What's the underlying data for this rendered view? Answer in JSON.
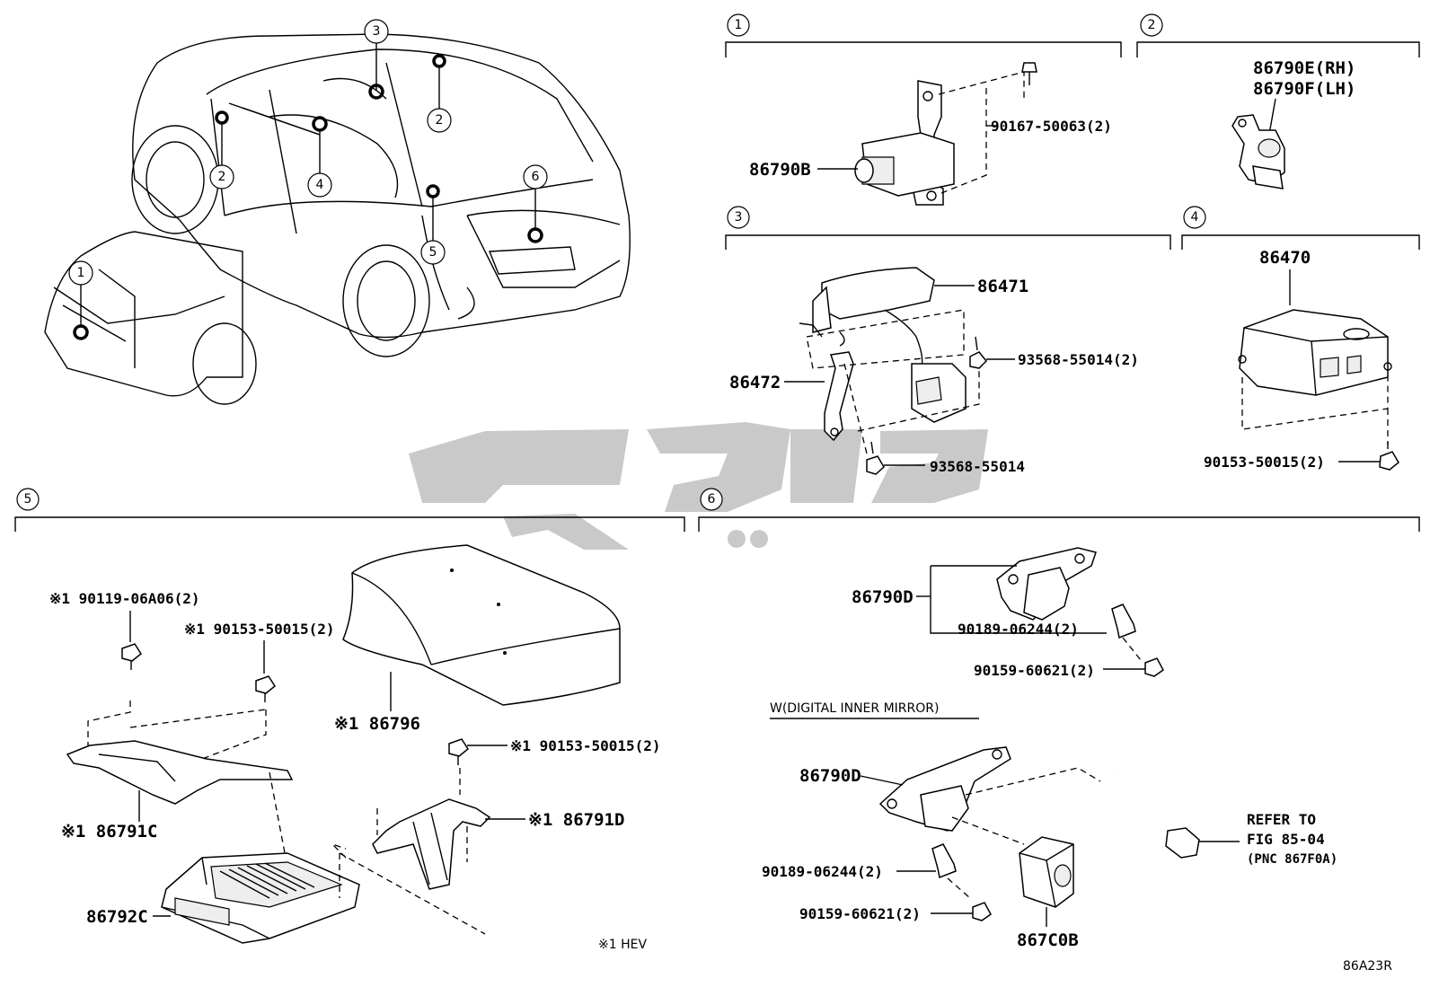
{
  "watermark": "تکو پارت",
  "overview": {
    "callouts": [
      {
        "id": "c3",
        "label": "3"
      },
      {
        "id": "c2a",
        "label": "2"
      },
      {
        "id": "c2b",
        "label": "2"
      },
      {
        "id": "c4",
        "label": "4"
      },
      {
        "id": "c6",
        "label": "6"
      },
      {
        "id": "c5",
        "label": "5"
      },
      {
        "id": "c1",
        "label": "1"
      }
    ]
  },
  "sections": {
    "s1": {
      "number": "1",
      "labels": {
        "camera": "86790B",
        "screw": "90167-50063(2)"
      }
    },
    "s2": {
      "number": "2",
      "labels": {
        "rh": "86790E(RH)",
        "lh": "86790F(LH)"
      }
    },
    "s3": {
      "number": "3",
      "labels": {
        "camera": "86471",
        "bracket": "86472",
        "screw_pair": "93568-55014(2)",
        "screw": "93568-55014"
      }
    },
    "s4": {
      "number": "4",
      "labels": {
        "ecu": "86470",
        "bolt": "90153-50015(2)"
      }
    },
    "s5": {
      "number": "5",
      "labels": {
        "bolt1": "※1 90119-06A06(2)",
        "bolt2": "※1 90153-50015(2)",
        "cover": "※1 86796",
        "bolt3": "※1 90153-50015(2)",
        "bracket_c": "※1 86791C",
        "bracket_d": "※1 86791D",
        "ecu": "86792C",
        "note": "※1 HEV"
      }
    },
    "s6": {
      "number": "6",
      "labels": {
        "camera": "86790D",
        "clip": "90189-06244(2)",
        "screw": "90159-60621(2)",
        "variant": "W(DIGITAL INNER MIRROR)",
        "camera2": "86790D",
        "clip2": "90189-06244(2)",
        "screw2": "90159-60621(2)",
        "camera_unit": "867C0B",
        "refer1": "REFER TO",
        "refer2": "FIG 85-04",
        "refer3": "(PNC 867F0A)"
      }
    }
  },
  "figure_code": "86A23R"
}
